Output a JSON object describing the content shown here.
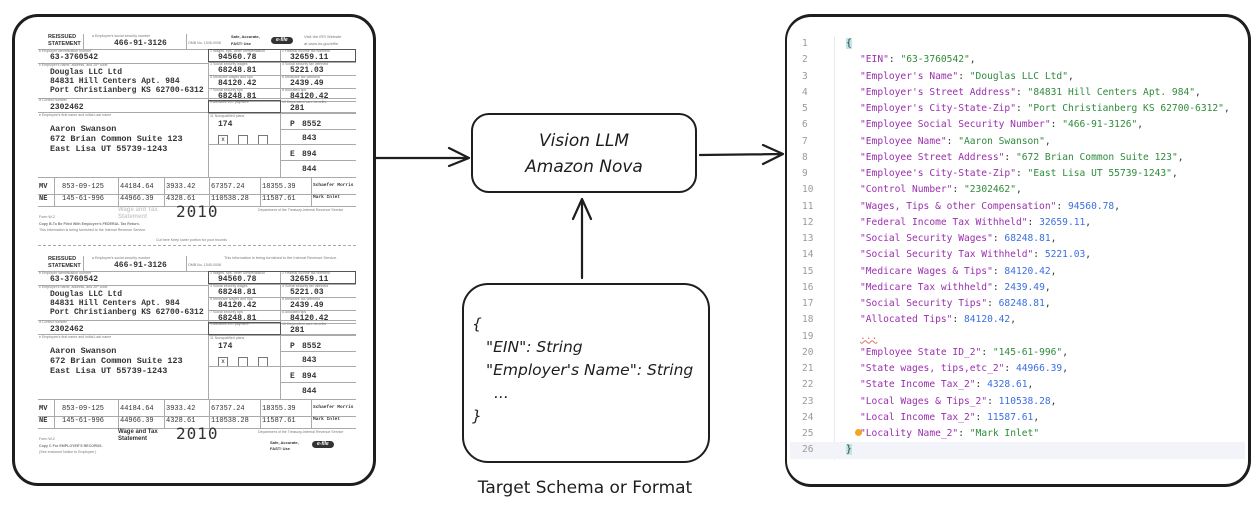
{
  "document_forms": [
    {
      "reissued": "REISSUED",
      "statement": "STATEMENT",
      "ssn_label": "a Employee's social security number",
      "ssn": "466-91-3126",
      "omb": "OMB No. 1545-0008",
      "safe": "Safe, Accurate,",
      "fast": "FAST! Use",
      "efile": "e-file",
      "irs_visit": "Visit the IRS Website",
      "irs_url": "at www.irs.gov/efile",
      "ein_label": "b Employer identification number",
      "ein": "63-3760542",
      "employer_label": "c Employer's name, address, and ZIP code",
      "employer": [
        "Douglas LLC Ltd",
        "84831 Hill Centers Apt. 984",
        "Port Christianberg KS  62700-6312"
      ],
      "control_label": "d Control number",
      "control": "2302462",
      "employee_label": "e Employee's first name and initial    Last name",
      "employee": [
        "Aaron  Swanson",
        "672 Brian Common Suite 123",
        "East Lisa UT    55739-1243"
      ],
      "box1_label": "1 Wages, tips, other compensation",
      "box1": "94560.78",
      "box2_label": "2 Federal income tax withheld",
      "box2": "32659.11",
      "box3_label": "3 Social security wages",
      "box3": "68248.81",
      "box4_label": "4 Social security tax withheld",
      "box4": "5221.03",
      "box5_label": "5 Medicare wages and tips",
      "box5": "84120.42",
      "box6_label": "6 Medicare tax withheld",
      "box6": "2439.49",
      "box7_label": "7 Social security tips",
      "box7": "68248.81",
      "box8_label": "8 Allocated tips",
      "box8": "84120.42",
      "box9_label": "9 Advance EIC payment",
      "box10_label": "10 Dependent care benefits",
      "box10": "281",
      "box11_label": "11 Nonqualified plans",
      "box11": "174",
      "box12a_code": "P",
      "box12a": "8552",
      "box12b": "843",
      "box12c_code": "E",
      "box12c": "894",
      "box12d": "844",
      "state_rows": [
        [
          "MV",
          "853-09-125",
          "44184.64",
          "3933.42",
          "67357.24",
          "18355.39",
          "Schaefer Morris"
        ],
        [
          "NE",
          "145-61-996",
          "44966.39",
          "4328.61",
          "110538.28",
          "11587.61",
          "Mark Inlet"
        ]
      ],
      "title": "Wage and Tax",
      "title2": "Statement",
      "year": "2010",
      "form_no": "Form W-2",
      "dept": "Department of the Treasury-Internal Revenue Service",
      "copy": "Copy B-To Be Filed With Employee's FEDERAL Tax Return.",
      "copy2": "This information is being furnished to the Internal Revenue Service.",
      "cut": "Cut here   Keep lower portion for your records"
    },
    {
      "reissued": "REISSUED",
      "statement": "STATEMENT",
      "ssn_label": "a Employee's social security number",
      "ssn": "466-91-3126",
      "omb": "OMB No. 1545-0008",
      "safe": "Safe, Accurate,",
      "fast": "FAST! Use",
      "efile": "e-file",
      "irs_visit": "This information is being furnished to the Internal Revenue Service.",
      "irs_url": "",
      "ein_label": "b Employer identification number",
      "ein": "63-3760542",
      "employer_label": "c Employer's name, address, and ZIP code",
      "employer": [
        "Douglas LLC Ltd",
        "84831 Hill Centers Apt. 984",
        "Port Christianberg KS  62700-6312"
      ],
      "control_label": "d Control number",
      "control": "2302462",
      "employee_label": "e Employee's first name and initial    Last name",
      "employee": [
        "Aaron  Swanson",
        "672 Brian Common Suite 123",
        "East Lisa UT    55739-1243"
      ],
      "box1_label": "1 Wages, tips, other compensation",
      "box1": "94560.78",
      "box2_label": "2 Federal income tax withheld",
      "box2": "32659.11",
      "box3_label": "3 Social security wages",
      "box3": "68248.81",
      "box4_label": "4 Social security tax withheld",
      "box4": "5221.03",
      "box5_label": "5 Medicare wages and tips",
      "box5": "84120.42",
      "box6_label": "6 Medicare tax withheld",
      "box6": "2439.49",
      "box7_label": "7 Social security tips",
      "box7": "68248.81",
      "box8_label": "8 Allocated tips",
      "box8": "84120.42",
      "box9_label": "9 Advance EIC payment",
      "box10_label": "10 Dependent care benefits",
      "box10": "281",
      "box11_label": "11 Nonqualified plans",
      "box11": "174",
      "box12a_code": "P",
      "box12a": "8552",
      "box12b": "843",
      "box12c_code": "E",
      "box12c": "894",
      "box12d": "844",
      "state_rows": [
        [
          "MV",
          "853-09-125",
          "44184.64",
          "3933.42",
          "67357.24",
          "18355.39",
          "Schaefer Morris"
        ],
        [
          "NE",
          "145-61-996",
          "44966.39",
          "4328.61",
          "110538.28",
          "11587.61",
          "Mark Inlet"
        ]
      ],
      "title": "Wage and Tax",
      "title2": "Statement",
      "year": "2010",
      "form_no": "Form W-2",
      "dept": "Department of the Treasury-Internal Revenue Service",
      "copy": "Copy C For EMPLOYEE'S RECORDS.",
      "copy2": "(See enclosed Notice to Employee.)",
      "cut": ""
    }
  ],
  "llm_box": {
    "line1": "Vision LLM",
    "line2": "Amazon Nova"
  },
  "schema_box": {
    "open": "{",
    "line1": "\"EIN\": String",
    "line2": "\"Employer's Name\": String",
    "ellipsis": "...",
    "close": "}"
  },
  "caption": "Target Schema or Format",
  "code": {
    "open": "{",
    "close": "}",
    "ellipsis": "...",
    "lines": [
      {
        "key": "EIN",
        "value": "63-3760542",
        "kind": "string"
      },
      {
        "key": "Employer's Name",
        "value": "Douglas LLC Ltd",
        "kind": "string"
      },
      {
        "key": "Employer's Street Address",
        "value": "84831 Hill Centers Apt. 984",
        "kind": "string"
      },
      {
        "key": "Employer's City-State-Zip",
        "value": "Port Christianberg KS 62700-6312",
        "kind": "string"
      },
      {
        "key": "Employee Social Security Number",
        "value": "466-91-3126",
        "kind": "string"
      },
      {
        "key": "Employee Name",
        "value": "Aaron Swanson",
        "kind": "string"
      },
      {
        "key": "Employee Street Address",
        "value": "672 Brian Common Suite 123",
        "kind": "string"
      },
      {
        "key": "Employee's City-State-Zip",
        "value": "East Lisa UT 55739-1243",
        "kind": "string"
      },
      {
        "key": "Control Number",
        "value": "2302462",
        "kind": "string"
      },
      {
        "key": "Wages, Tips & other Compensation",
        "value": "94560.78",
        "kind": "number"
      },
      {
        "key": "Federal Income Tax Withheld",
        "value": "32659.11",
        "kind": "number"
      },
      {
        "key": "Social Security Wages",
        "value": "68248.81",
        "kind": "number"
      },
      {
        "key": "Social Security Tax Withheld",
        "value": "5221.03",
        "kind": "number"
      },
      {
        "key": "Medicare Wages & Tips",
        "value": "84120.42",
        "kind": "number"
      },
      {
        "key": "Medicare Tax withheld",
        "value": "2439.49",
        "kind": "number"
      },
      {
        "key": "Social Security Tips",
        "value": "68248.81",
        "kind": "number"
      },
      {
        "key": "Allocated Tips",
        "value": "84120.42",
        "kind": "number"
      },
      {
        "ellipsis": true
      },
      {
        "key": "Employee State ID_2",
        "value": "145-61-996",
        "kind": "string"
      },
      {
        "key": "State wages, tips,etc_2",
        "value": "44966.39",
        "kind": "number"
      },
      {
        "key": "State Income Tax_2",
        "value": "4328.61",
        "kind": "number"
      },
      {
        "key": "Local Wages & Tips_2",
        "value": "110538.28",
        "kind": "number"
      },
      {
        "key": "Local Income Tax_2",
        "value": "11587.61",
        "kind": "number"
      },
      {
        "key": "Locality Name_2",
        "value": "Mark Inlet",
        "kind": "string",
        "last": true
      }
    ]
  },
  "colors": {
    "key": "#9b2fae",
    "string": "#2e8b3a",
    "number": "#3b6fe0",
    "stroke": "#1e1e1e"
  }
}
